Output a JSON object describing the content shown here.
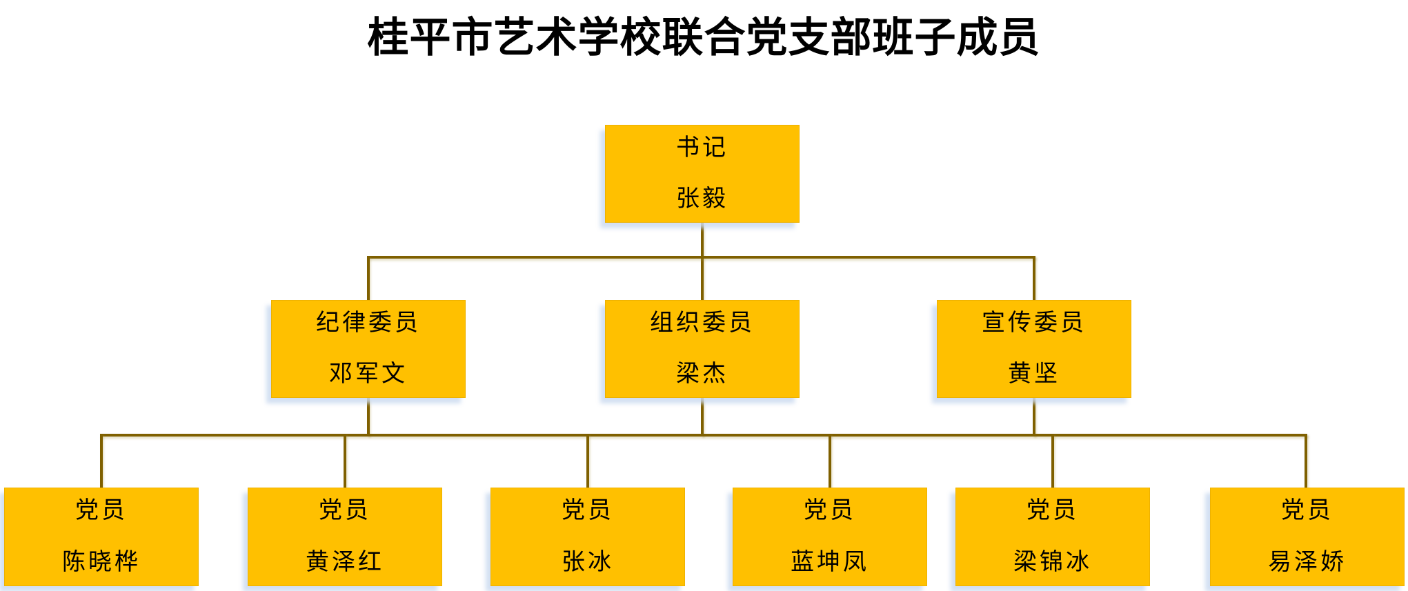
{
  "title": "桂平市艺术学校联合党支部班子成员",
  "colors": {
    "box_fill": "#FFC000",
    "connector_line": "#7F6000",
    "box_shadow": "#DCE7F5",
    "text": "#000000"
  },
  "org_chart": {
    "root": {
      "role": "书记",
      "name": "张毅"
    },
    "level2": [
      {
        "role": "纪律委员",
        "name": "邓军文"
      },
      {
        "role": "组织委员",
        "name": "梁杰"
      },
      {
        "role": "宣传委员",
        "name": "黄坚"
      }
    ],
    "level3": [
      {
        "role": "党员",
        "name": "陈晓桦"
      },
      {
        "role": "党员",
        "name": "黄泽红"
      },
      {
        "role": "党员",
        "name": "张冰"
      },
      {
        "role": "党员",
        "name": "蓝坤凤"
      },
      {
        "role": "党员",
        "name": "梁锦冰"
      },
      {
        "role": "党员",
        "name": "易泽娇"
      }
    ]
  }
}
